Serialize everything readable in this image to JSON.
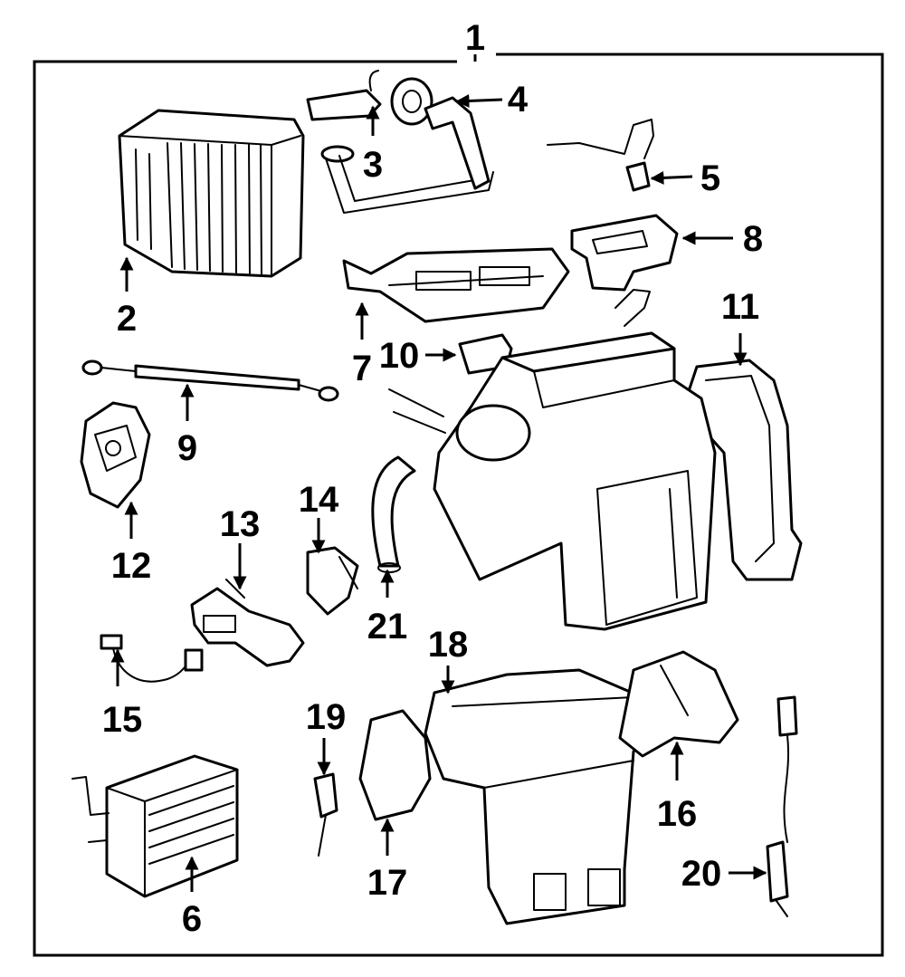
{
  "callouts": [
    {
      "num": "1"
    },
    {
      "num": "2"
    },
    {
      "num": "3"
    },
    {
      "num": "4"
    },
    {
      "num": "5"
    },
    {
      "num": "6"
    },
    {
      "num": "7"
    },
    {
      "num": "8"
    },
    {
      "num": "9"
    },
    {
      "num": "10"
    },
    {
      "num": "11"
    },
    {
      "num": "12"
    },
    {
      "num": "13"
    },
    {
      "num": "14"
    },
    {
      "num": "15"
    },
    {
      "num": "16"
    },
    {
      "num": "17"
    },
    {
      "num": "18"
    },
    {
      "num": "19"
    },
    {
      "num": "20"
    },
    {
      "num": "21"
    }
  ],
  "colors": {
    "ink": "#000000",
    "paper": "#ffffff"
  }
}
